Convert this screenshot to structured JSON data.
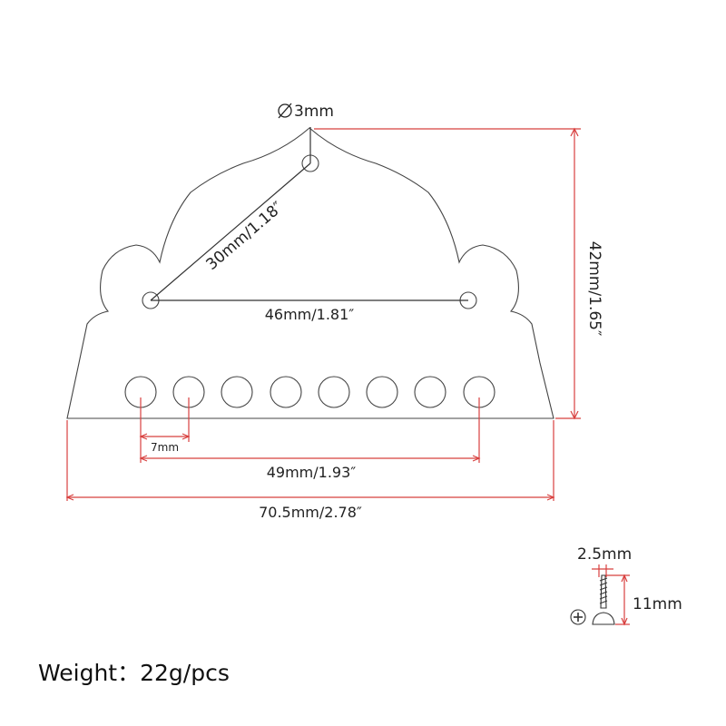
{
  "labels": {
    "hole_diameter": "3mm",
    "diagonal": "30mm/1.18″",
    "mount_span": "46mm/1.81″",
    "height": "42mm/1.65″",
    "string_pitch": "7mm",
    "string_span": "49mm/1.93″",
    "overall_width": "70.5mm/2.78″",
    "screw_diameter": "2.5mm",
    "screw_length": "11mm"
  },
  "weight": "Weight：22g/pcs",
  "colors": {
    "dimension": "#d8403f",
    "outline": "#444444",
    "text": "#222222"
  },
  "icons": {
    "diameter": "diameter-symbol-icon",
    "screw_head": "phillips-head-icon"
  }
}
